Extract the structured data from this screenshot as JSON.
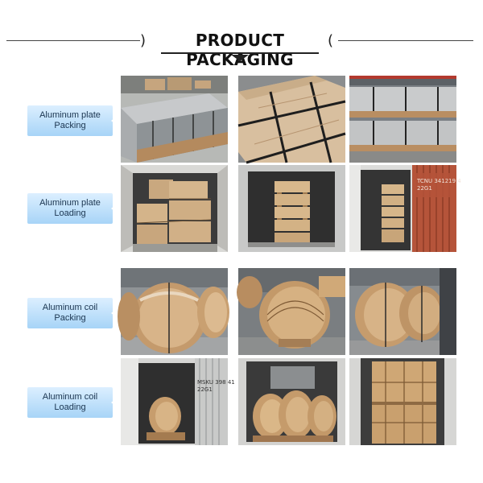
{
  "header": {
    "title": "PRODUCT PACKAGING",
    "brace_left": ")",
    "brace_right": "("
  },
  "rows": [
    {
      "label": "Aluminum plate\nPacking"
    },
    {
      "label": "Aluminum plate\nLoading"
    },
    {
      "label": "Aluminum coil\nPacking"
    },
    {
      "label": "Aluminum coil\nLoading"
    }
  ],
  "photos": {
    "container_text_1": "TCNU 341219 4\n22G1",
    "container_text_2": "MSKU 398 41\n22G1"
  },
  "colors": {
    "label_top": "#dcefff",
    "label_bottom": "#a7d4f7",
    "cardboard": "#c9a27a",
    "container_red": "#b5543a",
    "metal_gray": "#9aa0a4"
  }
}
